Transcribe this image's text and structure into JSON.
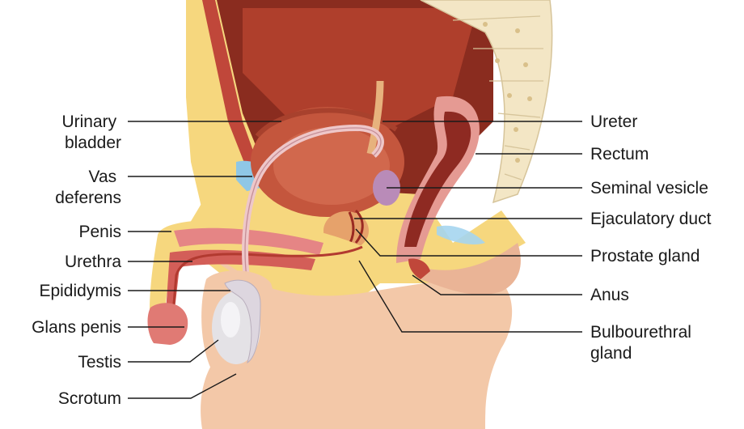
{
  "labels": {
    "urinary_bladder": [
      "Urinary",
      "bladder"
    ],
    "vas_deferens": [
      "Vas",
      "deferens"
    ],
    "penis": "Penis",
    "urethra": "Urethra",
    "epididymis": "Epididymis",
    "glans_penis": "Glans penis",
    "testis": "Testis",
    "scrotum": "Scrotum",
    "ureter": "Ureter",
    "rectum": "Rectum",
    "seminal_vesicle": "Seminal vesicle",
    "ejaculatory_duct": "Ejaculatory duct",
    "prostate_gland": "Prostate gland",
    "anus": "Anus",
    "bulbourethral_gland": [
      "Bulbourethral",
      "gland"
    ]
  },
  "colors": {
    "fat": "#f6d77e",
    "skin": "#f3c8a8",
    "muscle": "#c0473a",
    "bladder": "#c4563d",
    "rectum_wall": "#e59a93",
    "rectum_lumen": "#8e2a22",
    "testis": "#e4e2e6",
    "duct": "#eec7c9",
    "cartilage": "#8fc7e6",
    "spine": "#f3e6c5",
    "line": "#1a1a1a"
  }
}
